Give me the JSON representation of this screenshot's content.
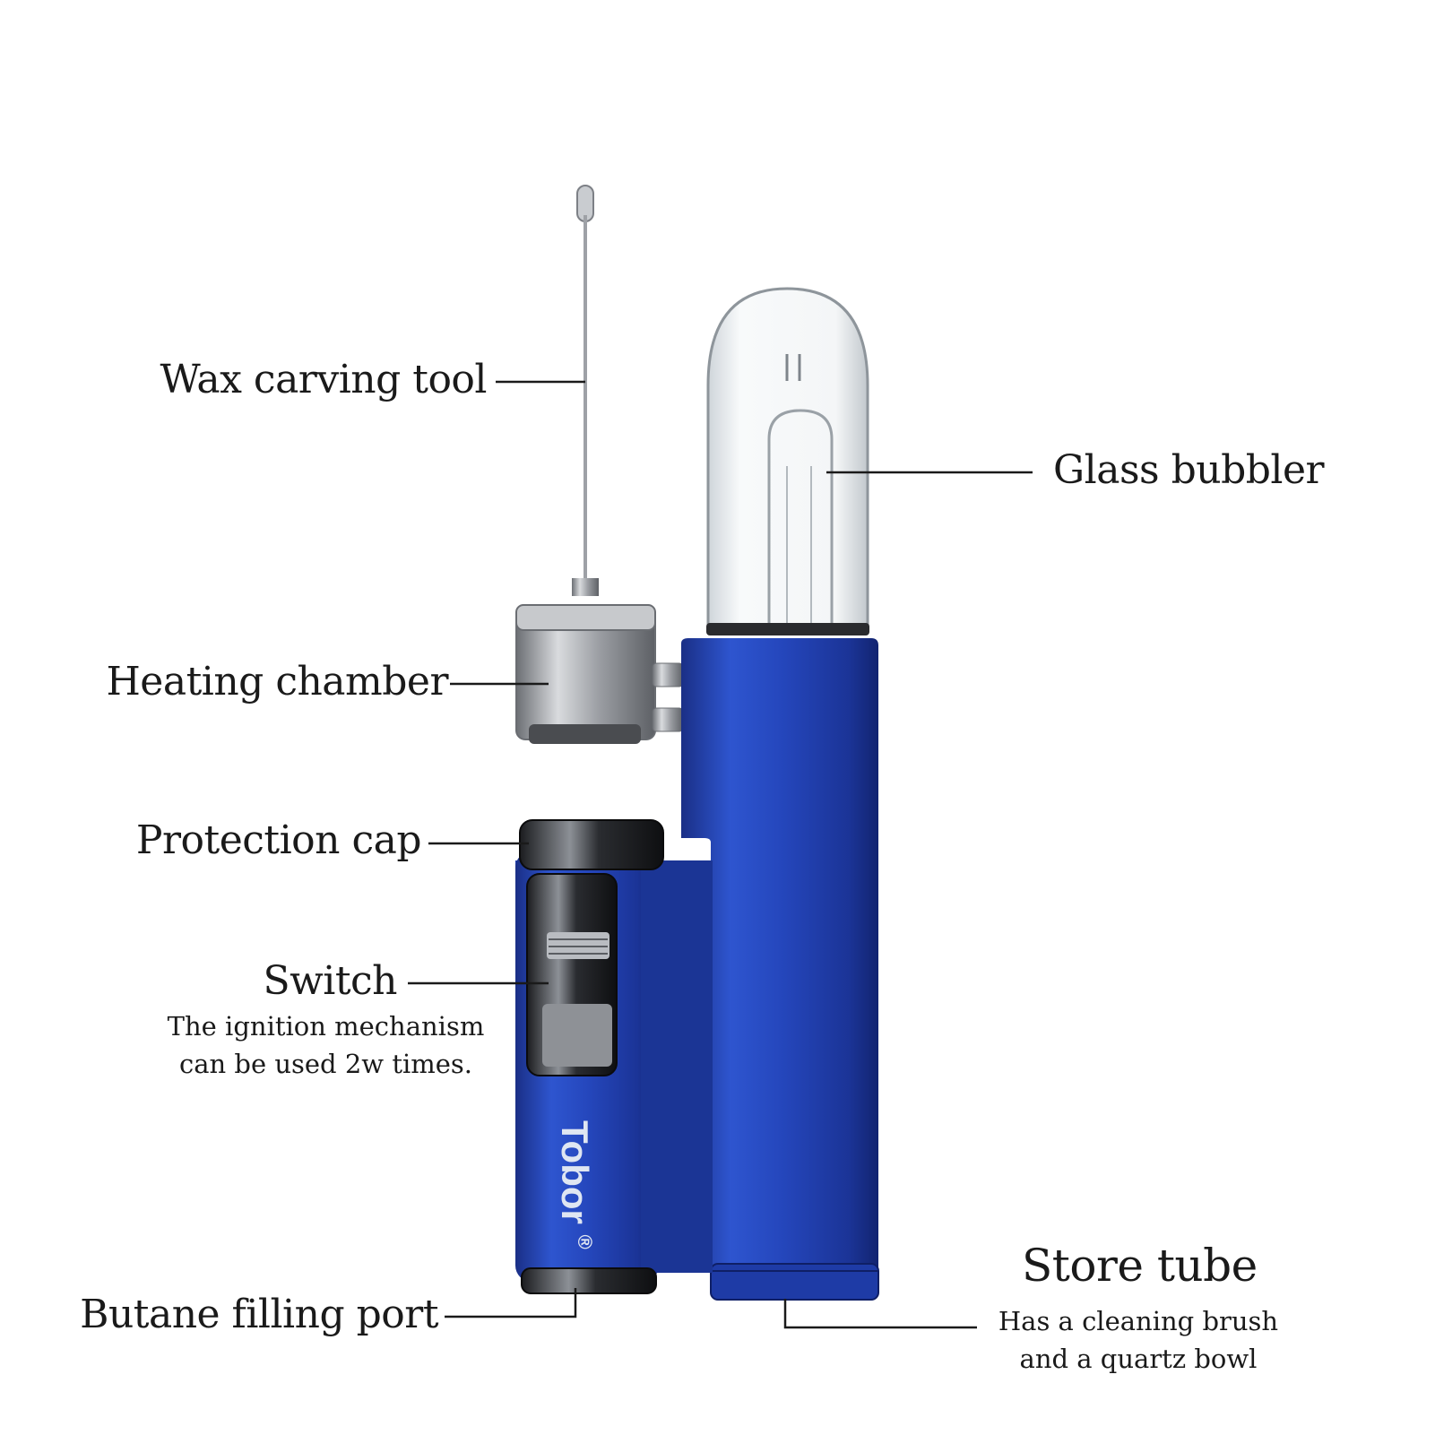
{
  "labels": {
    "wax_carving_tool": "Wax carving tool",
    "heating_chamber": "Heating chamber",
    "protection_cap": "Protection cap",
    "switch": "Switch",
    "switch_note_line1": "The ignition mechanism",
    "switch_note_line2": "can be used 2w times.",
    "butane_filling_port": "Butane filling port",
    "glass_bubbler": "Glass bubbler",
    "store_tube": "Store tube",
    "store_tube_note_line1": "Has a cleaning brush",
    "store_tube_note_line2": "and a quartz bowl"
  },
  "brand": {
    "name": "Tobor",
    "mark": "®"
  },
  "colors": {
    "body_blue": "#1f3fb0",
    "body_blue_light": "#3a63d8",
    "metal": "#a9acb1",
    "glass": "#e9edf0",
    "leader": "#1a1a1a"
  }
}
